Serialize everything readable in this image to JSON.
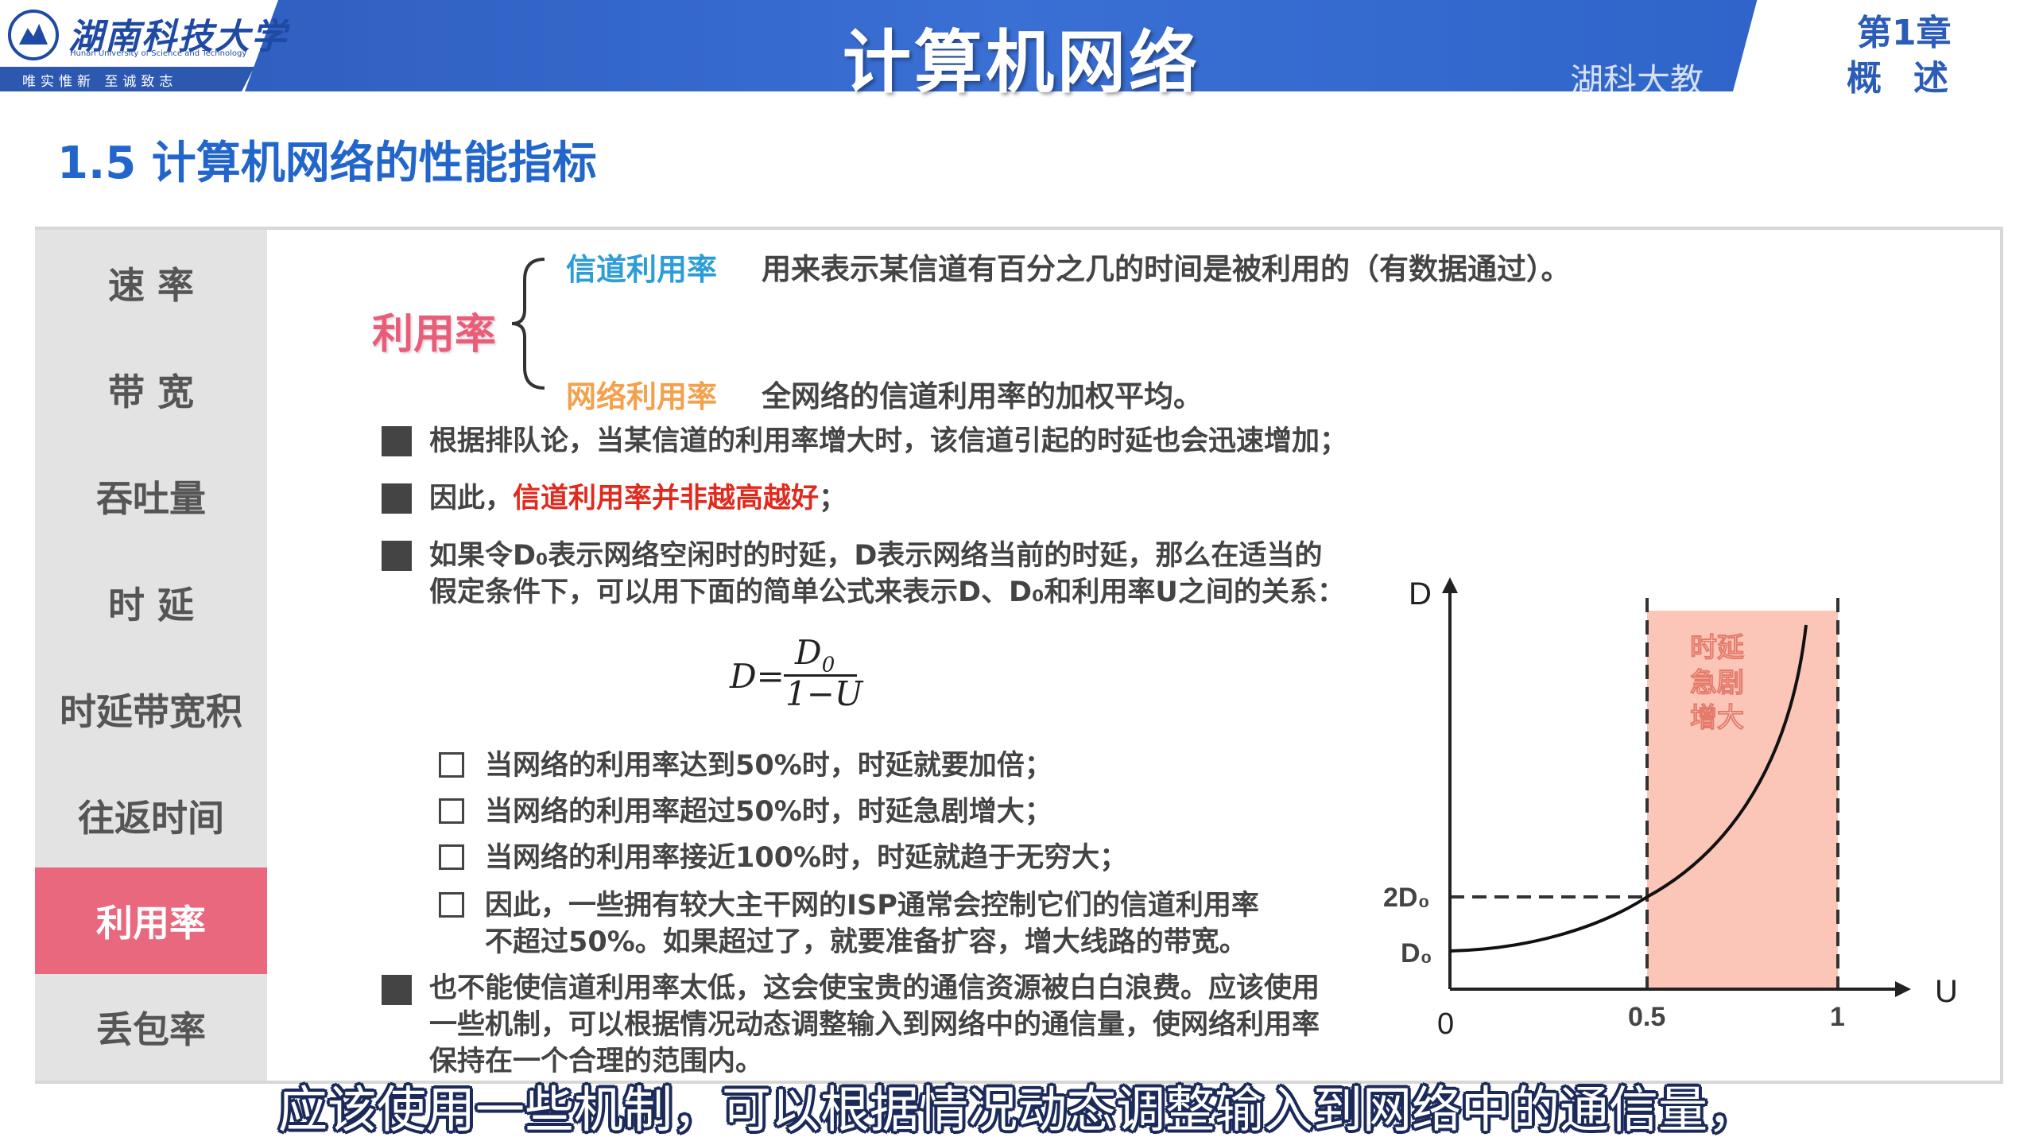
{
  "header": {
    "university_name": "湖南科技大学",
    "university_en": "Hunan University of Science and Technology",
    "motto": "唯实惟新 至诚致志",
    "course_title": "计算机网络",
    "brand_text": "湖科大教",
    "chapter_num": "第1章",
    "chapter_name": "概述"
  },
  "section_title": "1.5 计算机网络的性能指标",
  "sidebar": {
    "items": [
      {
        "label": "速 率",
        "active": false
      },
      {
        "label": "带 宽",
        "active": false
      },
      {
        "label": "吞吐量",
        "active": false
      },
      {
        "label": "时 延",
        "active": false
      },
      {
        "label": "时延带宽积",
        "active": false
      },
      {
        "label": "往返时间",
        "active": false
      },
      {
        "label": "利用率",
        "active": true
      },
      {
        "label": "丢包率",
        "active": false
      }
    ]
  },
  "content": {
    "util_label": "利用率",
    "def1_term": "信道利用率",
    "def1_text": "用来表示某信道有百分之几的时间是被利用的（有数据通过）。",
    "def2_term": "网络利用率",
    "def2_text": "全网络的信道利用率的加权平均。",
    "bullet1": "根据排队论，当某信道的利用率增大时，该信道引起的时延也会迅速增加；",
    "bullet2_prefix": "因此，",
    "bullet2_red": "信道利用率并非越高越好",
    "bullet2_suffix": "；",
    "bullet3_line1": "如果令D₀表示网络空闲时的时延，D表示网络当前的时延，那么在适当的",
    "bullet3_line2": "假定条件下，可以用下面的简单公式来表示D、D₀和利用率U之间的关系：",
    "formula_lhs": "D=",
    "formula_num": "D",
    "formula_num_sub": "0",
    "formula_den": "1−U",
    "checks": [
      "当网络的利用率达到50%时，时延就要加倍；",
      "当网络的利用率超过50%时，时延急剧增大；",
      "当网络的利用率接近100%时，时延就趋于无穷大；"
    ],
    "check4_line1": "因此，一些拥有较大主干网的ISP通常会控制它们的信道利用率",
    "check4_line2": "不超过50%。如果超过了，就要准备扩容，增大线路的带宽。",
    "bullet4_line1": "也不能使信道利用率太低，这会使宝贵的通信资源被白白浪费。应该使用",
    "bullet4_line2": "一些机制，可以根据情况动态调整输入到网络中的通信量，使网络利用率",
    "bullet4_line3": "保持在一个合理的范围内。"
  },
  "graph": {
    "y_axis_label": "D",
    "x_axis_label": "U",
    "origin_label": "0",
    "tick_half": "0.5",
    "tick_one": "1",
    "y_tick_2d0": "2D₀",
    "y_tick_d0": "D₀",
    "zone_label_1": "时延",
    "zone_label_2": "急剧",
    "zone_label_3": "增大",
    "zone_color": "#fbc6b8"
  },
  "subtitle": "应该使用一些机制，可以根据情况动态调整输入到网络中的通信量，"
}
